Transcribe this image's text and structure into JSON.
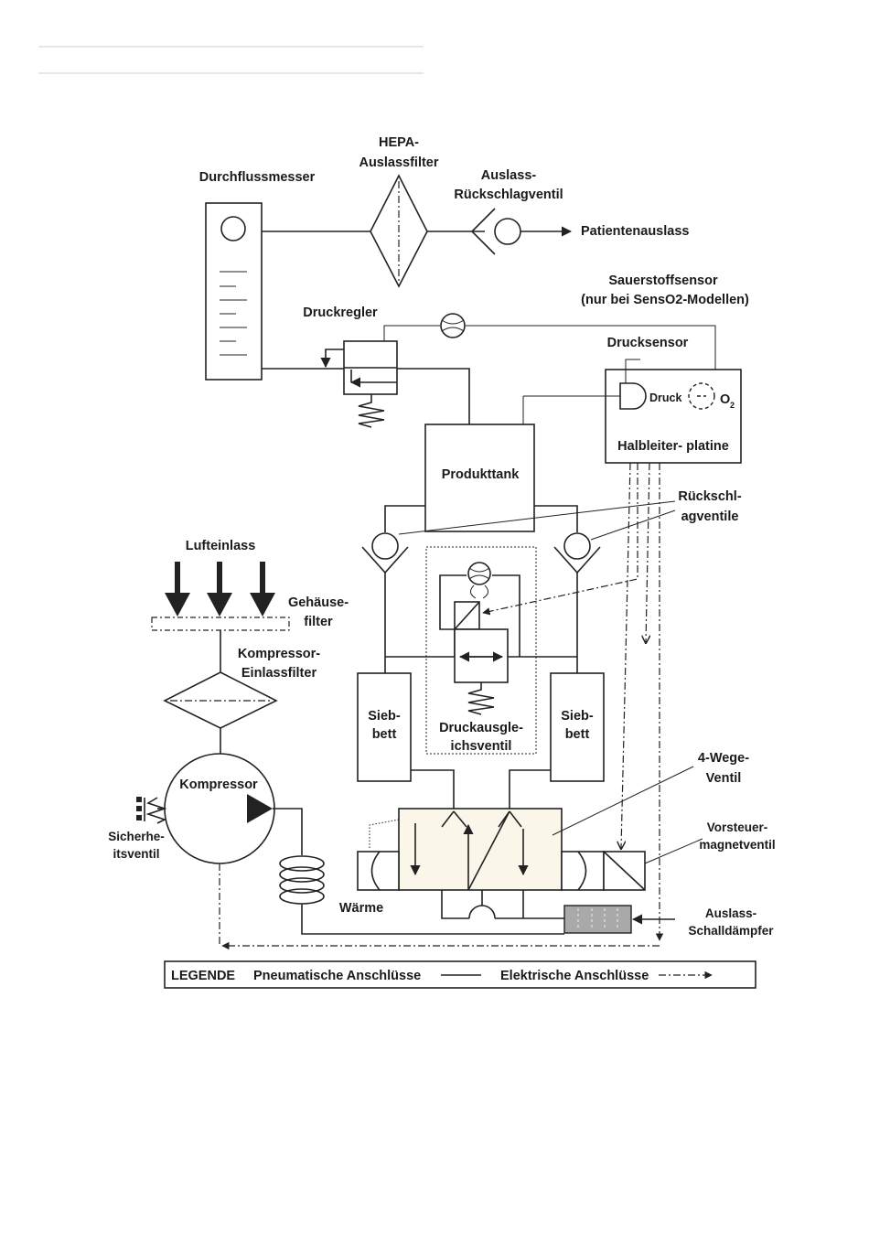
{
  "labels": {
    "durchflussmesser": "Durchflussmesser",
    "hepa_1": "HEPA-",
    "hepa_2": "Auslassfilter",
    "auslass_1": "Auslass-",
    "auslass_2": "Rückschlagventil",
    "patientenauslass": "Patientenauslass",
    "sauerstoff_1": "Sauerstoffsensor",
    "sauerstoff_2": "(nur bei SensO2-Modellen)",
    "druckregler": "Druckregler",
    "drucksensor": "Drucksensor",
    "druck": "Druck",
    "o2": "O",
    "o2_sub": "2",
    "halbleiter": "Halbleiter- platine",
    "produkttank": "Produkttank",
    "rueck_1": "Rückschl-",
    "rueck_2": "agventile",
    "lufteinlass": "Lufteinlass",
    "gehaeuse_1": "Gehäuse-",
    "gehaeuse_2": "filter",
    "kompein_1": "Kompressor-",
    "kompein_2": "Einlassfilter",
    "siebbett_l1": "Sieb-",
    "siebbett_l2": "bett",
    "siebbett_r1": "Sieb-",
    "siebbett_r2": "bett",
    "druckausgl_1": "Druckausgle-",
    "druckausgl_2": "ichsventil",
    "vierwege_1": "4-Wege-",
    "vierwege_2": "Ventil",
    "kompressor": "Kompressor",
    "sicher_1": "Sicherhe-",
    "sicher_2": "itsventil",
    "waerme": "Wärme",
    "vorsteuer_1": "Vorsteuer-",
    "vorsteuer_2": "magnetventil",
    "schall_1": "Auslass-",
    "schall_2": "Schalldämpfer"
  },
  "legend": {
    "title": "LEGENDE",
    "pneumatic": "Pneumatische Anschlüsse",
    "electric": "Elektrische Anschlüsse"
  },
  "colors": {
    "line": "#222222",
    "valve_fill": "#fbf6ea",
    "muffler_fill": "#a9a9a9"
  }
}
